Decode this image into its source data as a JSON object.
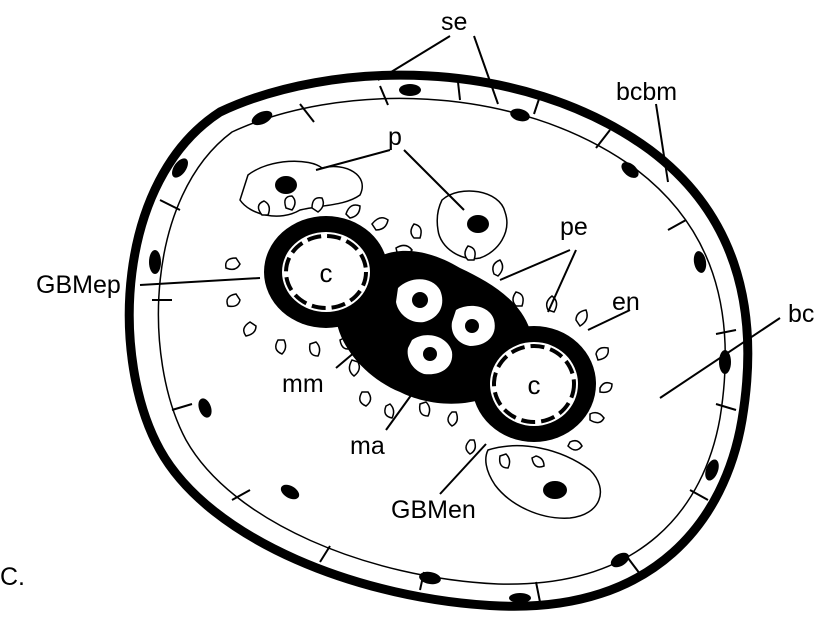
{
  "figure": {
    "panel_letter": "C.",
    "labels": {
      "se": "se",
      "bcbm": "bcbm",
      "p": "p",
      "pe": "pe",
      "en": "en",
      "bc": "bc",
      "gbmep": "GBMep",
      "mm": "mm",
      "ma": "ma",
      "gbmen": "GBMen",
      "capillary_left": "c",
      "capillary_right": "c"
    }
  }
}
